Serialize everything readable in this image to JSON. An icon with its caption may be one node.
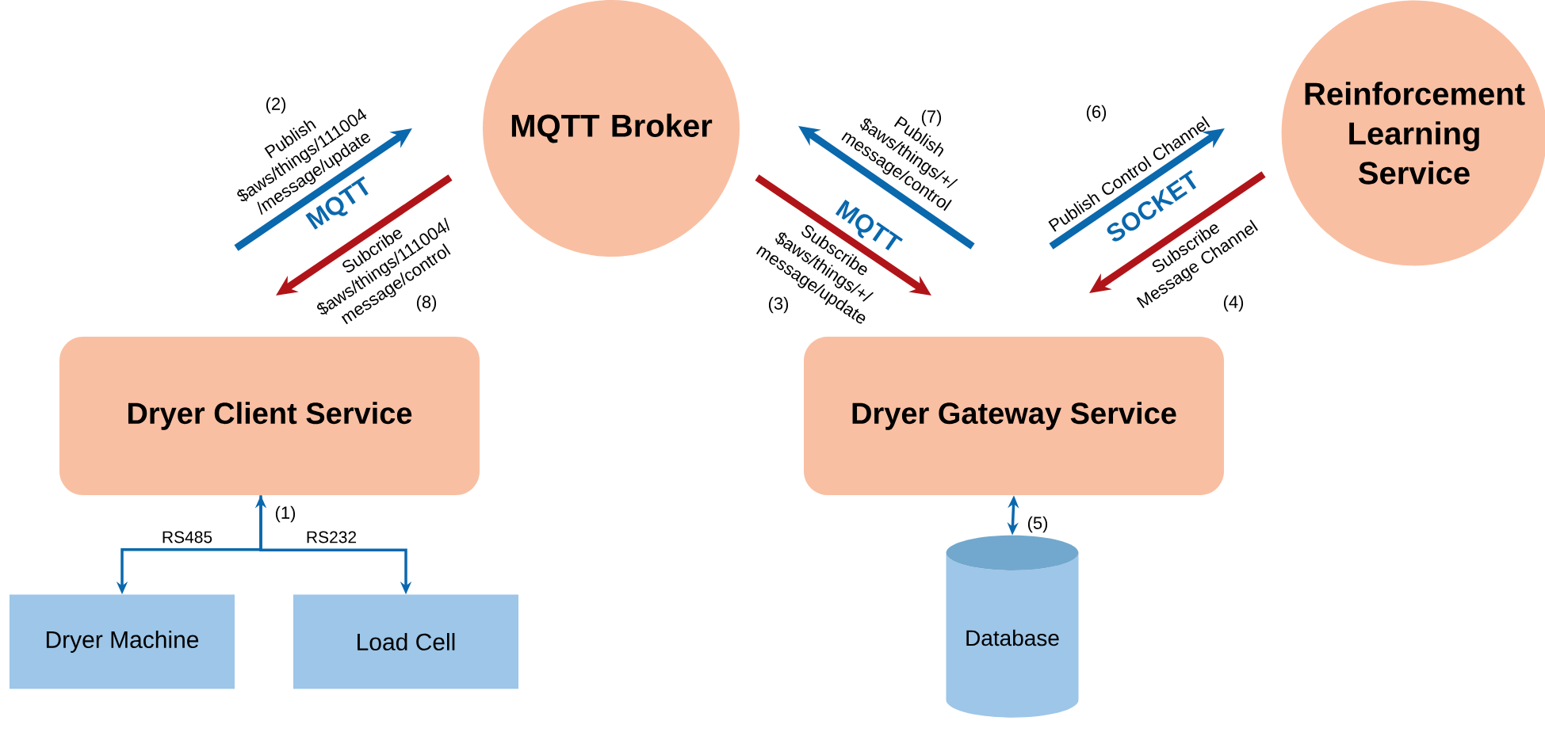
{
  "diagram": {
    "nodes": [
      {
        "text": [
          "MQTT Broker"
        ]
      },
      {
        "text": [
          "Reinforcement Learning Service"
        ]
      },
      {
        "text": [
          "Dryer Client Service"
        ]
      },
      {
        "text": [
          "Dryer Gateway Service"
        ]
      },
      {
        "text": [
          "Dryer Machine"
        ]
      },
      {
        "text": [
          "Load Cell"
        ]
      },
      {
        "text": [
          "Database"
        ]
      }
    ],
    "edges": [
      {
        "from": 2,
        "to": 0,
        "arrow": "to",
        "label": "Publish $aws/things/111004 /message/update"
      },
      {
        "from": 0,
        "to": 2,
        "arrow": "to",
        "label": "Subcribe $aws/things/111004/ message/control",
        "color": "#b01419"
      },
      {
        "from": 0,
        "to": 3,
        "arrow": "to",
        "label": "Subscribe $aws/things/+/ message/update",
        "color": "#b01419"
      },
      {
        "from": 3,
        "to": 0,
        "arrow": "to",
        "label": "Publish $aws/things/+/ message/control"
      },
      {
        "from": 3,
        "to": 1,
        "arrow": "to",
        "label": "Publish Control Channel"
      },
      {
        "from": 1,
        "to": 3,
        "arrow": "to",
        "label": "Subscribe Message Channel",
        "color": "#b01419"
      },
      {
        "from": 4,
        "to": 2,
        "arrow": "both",
        "label": "RS485"
      },
      {
        "from": 2,
        "to": 5,
        "arrow": "to",
        "label": "RS232"
      },
      {
        "from": 3,
        "to": 6,
        "arrow": "both"
      }
    ],
    "labels": [
      "(2)",
      "(7)",
      "(6)",
      "MQTT",
      "MQTT",
      "SOCKET",
      "(8)",
      "(3)",
      "(4)",
      "(1)",
      "(5)"
    ]
  }
}
